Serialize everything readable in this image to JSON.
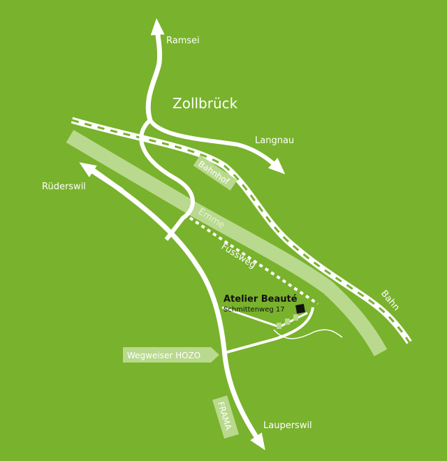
{
  "map": {
    "background_color": "#79b22c",
    "road_color": "#ffffff",
    "river_color": "#b9d98e",
    "label_box_color": "#b9d98e",
    "marker_color": "#111111",
    "town": "Zollbrück",
    "destinations": {
      "ramsei": "Ramsei",
      "langnau": "Langnau",
      "ruederswil": "Rüderswil",
      "lauperswil": "Lauperswil"
    },
    "railway_label": "Bahn",
    "station_label": "Bahnhof",
    "river_label": "Emme",
    "footpath_label": "Fussweg",
    "signpost_label": "Wegweiser HOZO",
    "frama_label": "FRAMA",
    "business": {
      "name": "Atelier Beauté",
      "address": "Schmittenweg 17"
    }
  }
}
